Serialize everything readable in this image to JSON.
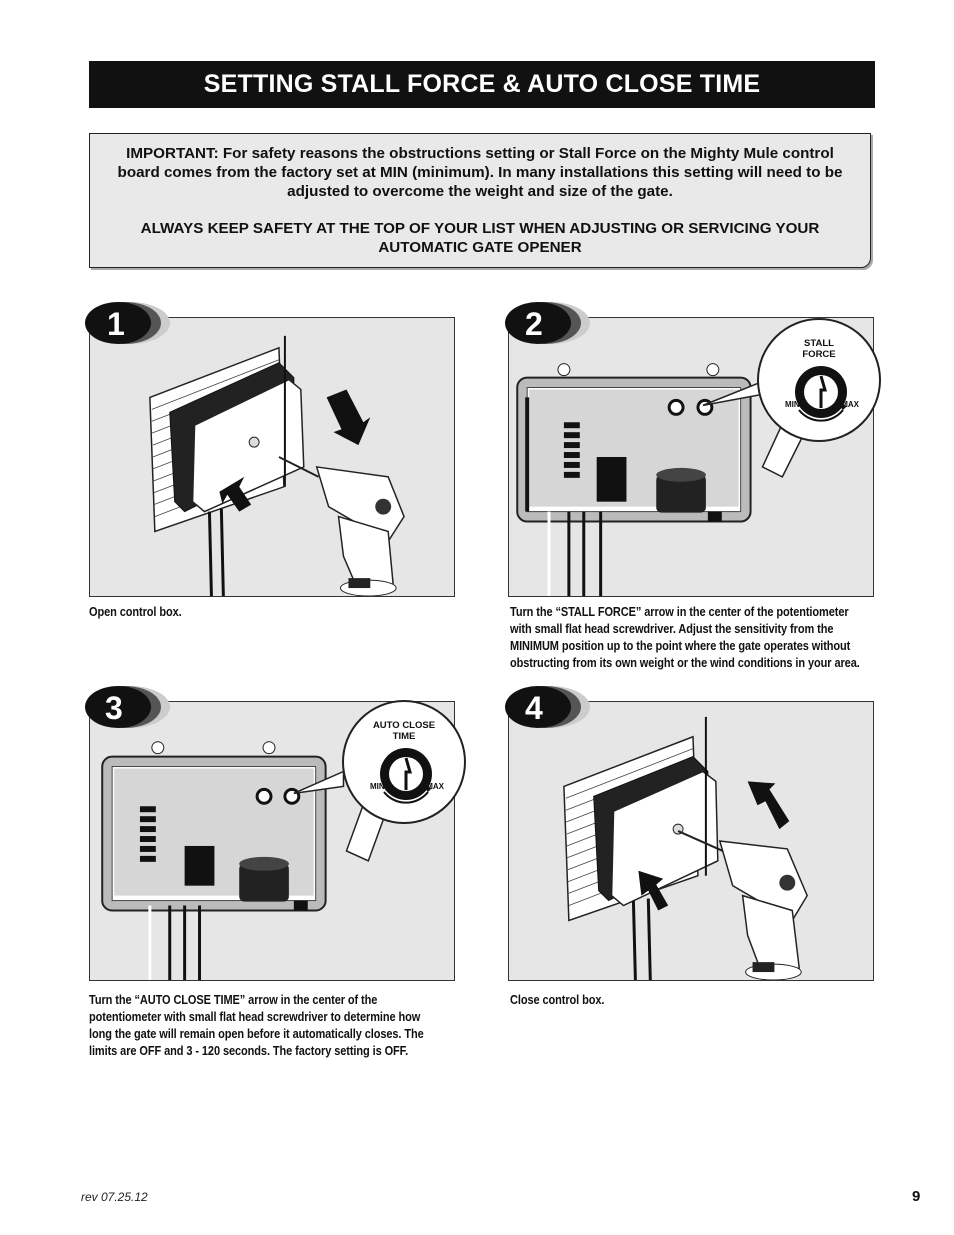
{
  "title": "SETTING STALL FORCE & AUTO CLOSE TIME",
  "important": {
    "line1": "IMPORTANT: For safety reasons the obstructions setting or Stall Force on the Mighty Mule control board comes from the factory set at MIN (minimum). In many installations this setting will need to be adjusted to overcome the weight and size of the gate.",
    "line2": "ALWAYS KEEP SAFETY AT THE TOP OF YOUR LIST WHEN ADJUSTING OR SERVICING YOUR AUTOMATIC GATE OPENER"
  },
  "steps": [
    {
      "number": "1",
      "caption": "Open control box."
    },
    {
      "number": "2",
      "callout_title": "STALL FORCE",
      "callout_min": "MIN",
      "callout_max": "MAX",
      "caption_pre": "Turn the “",
      "caption_bold": "STALL FORCE",
      "caption_post": "” arrow in the center of the potentiometer with small flat head screwdriver. Adjust the sensitivity from the MINIMUM position up to the point where the gate operates without obstructing from its own weight or the wind conditions in your area."
    },
    {
      "number": "3",
      "callout_title": "AUTO CLOSE TIME",
      "callout_min": "MIN",
      "callout_max": "MAX",
      "caption_pre": "Turn the “",
      "caption_bold": "AUTO CLOSE TIME",
      "caption_post": "” arrow in the center of the potentiometer with small flat head screwdriver to determine how long the gate will remain open before it automatically closes. The limits are OFF and 3 - 120 seconds. The factory setting is OFF."
    },
    {
      "number": "4",
      "caption": "Close control box."
    }
  ],
  "footer": {
    "revision": "rev 07.25.12",
    "page_number": "9"
  }
}
